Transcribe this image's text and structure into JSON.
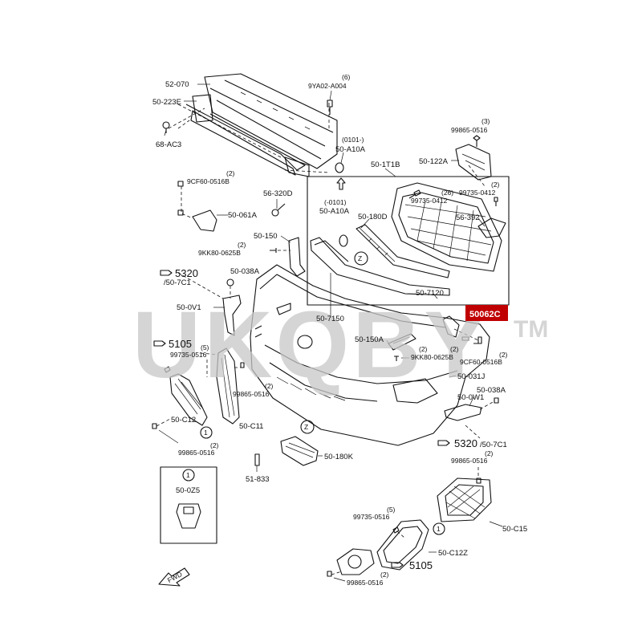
{
  "watermark": {
    "text": "UKQBY",
    "tm": "TM"
  },
  "highlight": {
    "label": "50062C",
    "color": "#c00000"
  },
  "labels": {
    "p52_070": "52-070",
    "p50_223e": "50-223E",
    "p68_ac3": "68-AC3",
    "qty6": "(6)",
    "p9ya02": "9YA02-A004",
    "qty0101a": "(0101-)",
    "p50_a10a_top": "50-A10A",
    "p9cf60_left": "9CF60-0516B",
    "qty2_a": "(2)",
    "p50_061a": "50-061A",
    "p56_320d": "56-320D",
    "p50_1t1b": "50-1T1B",
    "qty3": "(3)",
    "p99865_top": "99865-0516",
    "p50_122a": "50-122A",
    "qty_0101": "(-0101)",
    "p50_a10a_box": "50-A10A",
    "p50_180d": "50-180D",
    "p99735_0412a": "99735-0412",
    "qty26": "(26)",
    "p99735_0412b": "99735-0412",
    "qty2_b": "(2)",
    "p56_392": "56-392",
    "p50_150": "50-150",
    "qty2_c": "(2)",
    "p9kk80_left": "9KK80-0625B",
    "p50_7120": "50-7120",
    "p50_7150": "50-7150",
    "p5320_left": "5320",
    "p50_7c1_left": "/50-7C1",
    "p50_038a_left": "50-038A",
    "p50_0v1": "50-0V1",
    "p5105_left": "5105",
    "qty5_left": "(5)",
    "p99735_0516_left": "99735-0516",
    "qty2_d": "(2)",
    "p99865_0516_mid": "99865-0516",
    "p50_c12": "50-C12",
    "p50_c11": "50-C11",
    "qty2_e": "(2)",
    "p99865_0516_low": "99865-0516",
    "p50_150a": "50-150A",
    "qty2_f": "(2)",
    "p9kk80_right": "9KK80-0625B",
    "qty2_g": "(2)",
    "qty2_h": "(2)",
    "p9cf60_right": "9CF60-0516B",
    "p50_031j": "50-031J",
    "p50_038a_right": "50-038A",
    "p50_0w1": "50-0W1",
    "p5320_right": "5320",
    "p50_7c1_right": "/50-7C1",
    "p50_180k": "50-180K",
    "p51_833": "51-833",
    "qty2_i": "(2)",
    "p99865_0516_right": "99865-0516",
    "p50_0z5": "50-0Z5",
    "qty5_right": "(5)",
    "p99735_0516_right": "99735-0516",
    "p50_c15": "50-C15",
    "p50_c12z": "50-C12Z",
    "p5105_right": "5105",
    "qty2_j": "(2)",
    "p99865_0516_bottom": "99865-0516",
    "fwd": "FWD",
    "ref1": "1",
    "refZ": "Z"
  }
}
